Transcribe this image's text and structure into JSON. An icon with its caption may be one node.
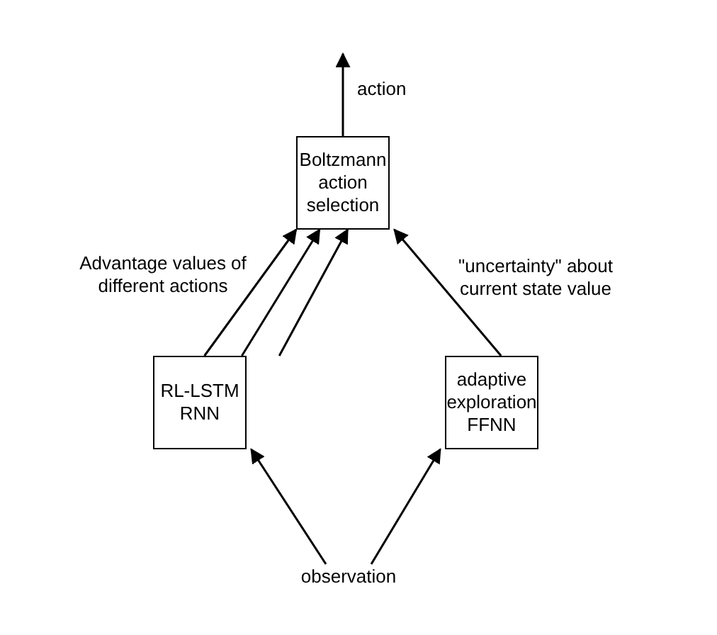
{
  "diagram": {
    "nodes": [
      {
        "text": [
          "Boltzmann action selection"
        ]
      },
      {
        "text": [
          "RL-LSTM RNN"
        ]
      },
      {
        "text": [
          "adaptive exploration FFNN"
        ]
      },
      {
        "text": [
          "observation"
        ]
      }
    ],
    "edges": [
      {
        "from": 0,
        "to": null,
        "arrow": "to",
        "label": "action"
      },
      {
        "from": 1,
        "to": 0,
        "arrow": "to"
      },
      {
        "from": 1,
        "to": 0,
        "arrow": "to"
      },
      {
        "from": 1,
        "to": 0,
        "arrow": "to"
      },
      {
        "from": 2,
        "to": 0,
        "arrow": "to",
        "label": "\"uncertainty\" about current state value"
      },
      {
        "from": 3,
        "to": 1,
        "arrow": "to"
      },
      {
        "from": 3,
        "to": 2,
        "arrow": "to"
      }
    ],
    "labels": [
      "Advantage values of different actions"
    ]
  }
}
